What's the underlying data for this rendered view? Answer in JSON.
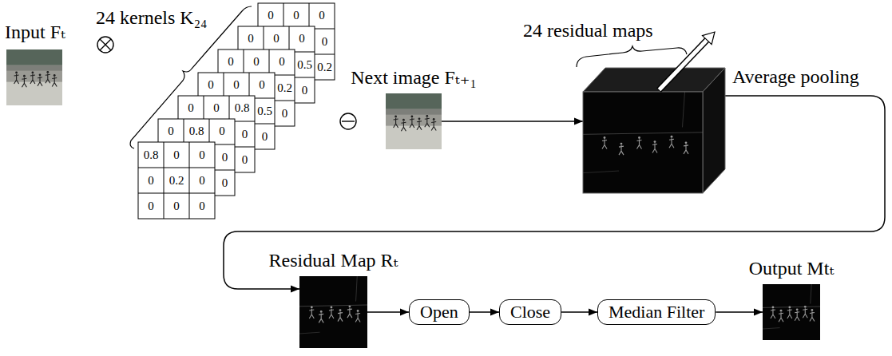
{
  "diagram": {
    "nodes": [
      {
        "text": [
          "Input Fₜ"
        ]
      },
      {
        "text": [
          "24 kernels K₂₄"
        ]
      },
      {
        "text": [
          "Next image Fₜ₊₁"
        ]
      },
      {
        "text": [
          "24 residual maps"
        ]
      },
      {
        "text": [
          "Residual Map Rₜ"
        ]
      },
      {
        "text": [
          "Open"
        ]
      },
      {
        "text": [
          "Close"
        ]
      },
      {
        "text": [
          "Median Filter"
        ]
      },
      {
        "text": [
          "Output Mtₜ"
        ]
      }
    ],
    "edges": [
      {
        "from": 2,
        "to": 3,
        "arrow": "to"
      },
      {
        "from": 3,
        "to": 4,
        "label": "Average pooling",
        "arrow": "to"
      },
      {
        "from": 4,
        "to": 5,
        "arrow": "to"
      },
      {
        "from": 5,
        "to": 6,
        "arrow": "to"
      },
      {
        "from": 6,
        "to": 7,
        "arrow": "to"
      },
      {
        "from": 7,
        "to": 8,
        "arrow": "to"
      }
    ],
    "labels": [
      "0",
      "0",
      "0",
      "0",
      "0.2",
      "0",
      "0",
      "0",
      "0.5",
      "0",
      "0",
      "0",
      "0",
      "0.2",
      "0",
      "0",
      "0",
      "0",
      "0.5",
      "0",
      "0",
      "0",
      "0.8",
      "0",
      "0",
      "0",
      "0.8",
      "0",
      "0",
      "0",
      "0.8",
      "0",
      "0",
      "0",
      "0.2",
      "0",
      "0",
      "0",
      "0"
    ]
  }
}
